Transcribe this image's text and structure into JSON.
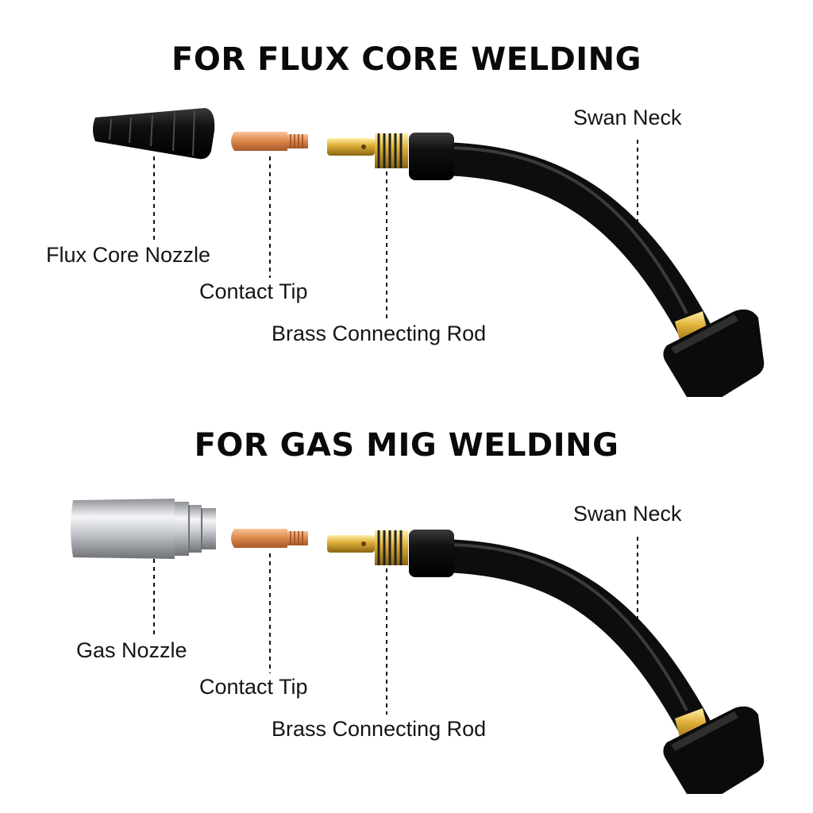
{
  "flux_section": {
    "title": "FOR FLUX CORE WELDING",
    "labels": {
      "swan_neck": "Swan Neck",
      "nozzle": "Flux Core Nozzle",
      "contact_tip": "Contact Tip",
      "brass_rod": "Brass Connecting Rod"
    }
  },
  "gas_section": {
    "title": "FOR GAS MIG WELDING",
    "labels": {
      "swan_neck": "Swan Neck",
      "nozzle": "Gas Nozzle",
      "contact_tip": "Contact Tip",
      "brass_rod": "Brass Connecting Rod"
    }
  },
  "colors": {
    "neck": "#0d0d0d",
    "copper": "#e08a4e",
    "brass": "#d4a017",
    "silver": "#c9ccd1"
  }
}
